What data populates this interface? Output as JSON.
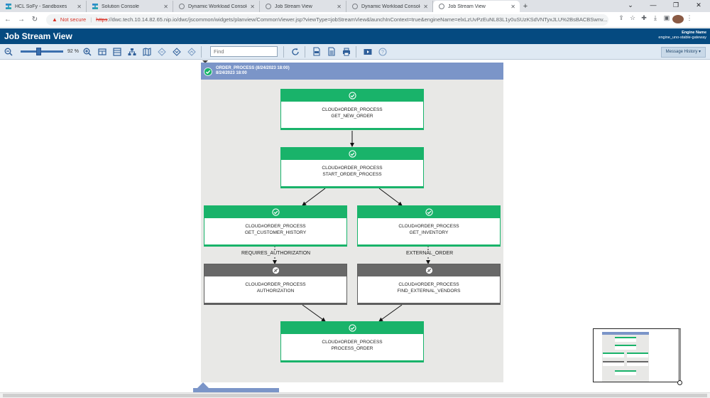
{
  "browser": {
    "tabs": [
      {
        "label": "HCL SoFy - Sandboxes",
        "icon": "sofy-icon",
        "active": false
      },
      {
        "label": "Solution Console",
        "icon": "sofy-icon",
        "active": false
      },
      {
        "label": "Dynamic Workload Console",
        "icon": "globe-icon",
        "active": false
      },
      {
        "label": "Job Stream View",
        "icon": "globe-icon",
        "active": false
      },
      {
        "label": "Dynamic Workload Console",
        "icon": "globe-icon",
        "active": false
      },
      {
        "label": "Job Stream View",
        "icon": "globe-icon",
        "active": true
      }
    ],
    "security_label": "Not secure",
    "url_scheme": "https",
    "url_rest": "://dwc.tech.10.14.82.65.nip.io/dwc/jscommon/widgets/planview/CommonViewer.jsp?viewType=jobStreamView&launchInContext=true&engineName=elxLzUvPzEuNL83L1y0uSUzKSdVNTyxJLU%2BsBACBSwnv..."
  },
  "app": {
    "title": "Job Stream View",
    "engine_label": "Engine Name",
    "engine_value": "engine_uno-stable-gateway"
  },
  "toolbar": {
    "zoom": "92 %",
    "zoom_fraction": 0.42,
    "find_placeholder": "Find",
    "message_history": "Message History ▾"
  },
  "jobstream": {
    "name": "ORDER_PROCESS (8/24/2023 18:00)",
    "date": "8/24/2023 18:00",
    "jobs": [
      {
        "workstation": "CLOUD#ORDER_PROCESS",
        "job": "GET_NEW_ORDER",
        "status": "success"
      },
      {
        "workstation": "CLOUD#ORDER_PROCESS",
        "job": "START_ORDER_PROCESS",
        "status": "success"
      },
      {
        "workstation": "CLOUD#ORDER_PROCESS",
        "job": "GET_CUSTOMER_HISTORY",
        "status": "success"
      },
      {
        "workstation": "CLOUD#ORDER_PROCESS",
        "job": "GET_INVENTORY",
        "status": "success"
      },
      {
        "workstation": "CLOUD#ORDER_PROCESS",
        "job": "AUTHORIZATION",
        "status": "suppressed"
      },
      {
        "workstation": "CLOUD#ORDER_PROCESS",
        "job": "FIND_EXTERNAL_VENDORS",
        "status": "suppressed"
      },
      {
        "workstation": "CLOUD#ORDER_PROCESS",
        "job": "PROCESS_ORDER",
        "status": "success"
      }
    ],
    "conditions": [
      "REQUIRES_AUTHORIZATION",
      "EXTERNAL_ORDER"
    ]
  },
  "colors": {
    "header_blue": "#054a80",
    "success_green": "#19b36a",
    "suppressed_gray": "#686868",
    "stream_header": "#7b95c8"
  }
}
